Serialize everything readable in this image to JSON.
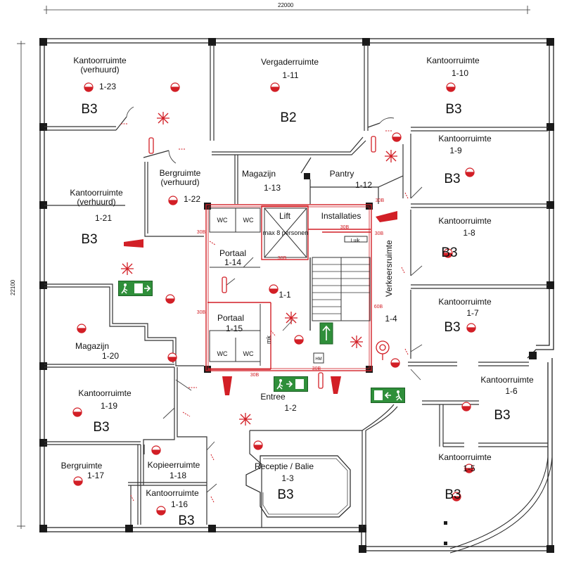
{
  "dimensions": {
    "width": "22000",
    "height": "22100"
  },
  "rooms": [
    {
      "id": "r1-23",
      "name": "Kantoorruimte\n(verhuurd)",
      "number": "1-23",
      "class": "B3"
    },
    {
      "id": "r1-11",
      "name": "Vergaderruimte",
      "number": "1-11",
      "class": "B2"
    },
    {
      "id": "r1-10",
      "name": "Kantoorruimte",
      "number": "1-10",
      "class": "B3"
    },
    {
      "id": "r1-22",
      "name": "Bergruimte\n(verhuurd)",
      "number": "1-22",
      "class": ""
    },
    {
      "id": "r1-13",
      "name": "Magazijn",
      "number": "1-13",
      "class": ""
    },
    {
      "id": "r1-12",
      "name": "Pantry",
      "number": "1-12",
      "class": ""
    },
    {
      "id": "r1-9",
      "name": "Kantoorruimte",
      "number": "1-9",
      "class": "B3"
    },
    {
      "id": "r1-21",
      "name": "Kantoorruimte\n(verhuurd)",
      "number": "1-21",
      "class": "B3"
    },
    {
      "id": "r1-8",
      "name": "Kantoorruimte",
      "number": "1-8",
      "class": "B3"
    },
    {
      "id": "r1-14",
      "name": "Portaal",
      "number": "1-14",
      "class": ""
    },
    {
      "id": "r1-1",
      "name": "",
      "number": "1-1",
      "class": ""
    },
    {
      "id": "r1-4",
      "name": "Verkeersruimte",
      "number": "1-4",
      "class": ""
    },
    {
      "id": "r1-7",
      "name": "Kantoorruimte",
      "number": "1-7",
      "class": "B3"
    },
    {
      "id": "r1-15",
      "name": "Portaal",
      "number": "1-15",
      "class": ""
    },
    {
      "id": "r1-20",
      "name": "Magazijn",
      "number": "1-20",
      "class": ""
    },
    {
      "id": "r1-6",
      "name": "Kantoorruimte",
      "number": "1-6",
      "class": "B3"
    },
    {
      "id": "r1-2",
      "name": "Entree",
      "number": "1-2",
      "class": ""
    },
    {
      "id": "r1-19",
      "name": "Kantoorruimte",
      "number": "1-19",
      "class": "B3"
    },
    {
      "id": "r1-5",
      "name": "Kantoorruimte",
      "number": "1-5",
      "class": "B3"
    },
    {
      "id": "r1-18",
      "name": "Kopieerruimte",
      "number": "1-18",
      "class": ""
    },
    {
      "id": "r1-3",
      "name": "Receptie / Balie",
      "number": "1-3",
      "class": "B3"
    },
    {
      "id": "r1-17",
      "name": "Bergruimte",
      "number": "1-17",
      "class": ""
    },
    {
      "id": "r1-16",
      "name": "Kantoorruimte",
      "number": "1-16",
      "class": "B3"
    }
  ],
  "core": {
    "lift": "Lift",
    "lift_capacity": "max 8 personen",
    "installaties": "Installaties",
    "luik": "Luik",
    "wc": "WC",
    "mk": "mk",
    "hm": "HM",
    "fire_rating": "30B",
    "fire_rating_60": "60B"
  },
  "colors": {
    "wall": "#1a1a1a",
    "fire": "#d21f26",
    "exit": "#2f8f3a"
  }
}
